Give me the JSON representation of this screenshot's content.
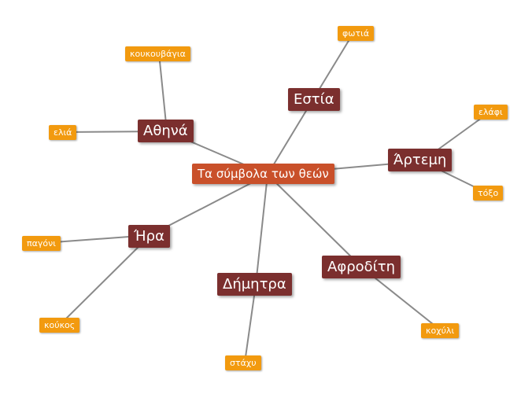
{
  "center": {
    "label": "Τα σύμβολα των θεών"
  },
  "gods": {
    "athena": "Αθηνά",
    "hestia": "Εστία",
    "artemis": "Άρτεμη",
    "hera": "Ήρα",
    "demeter": "Δήμητρα",
    "aphrodite": "Αφροδίτη"
  },
  "symbols": {
    "owl": "κουκουβάγια",
    "olive": "ελιά",
    "fire": "φωτιά",
    "deer": "ελάφι",
    "bow": "τόξο",
    "peacock": "παγόνι",
    "cuckoo": "κούκος",
    "wheat": "στάχυ",
    "shell": "κοχύλι"
  },
  "colors": {
    "center": "#c9502a",
    "god": "#7b2f2e",
    "symbol": "#f29a0f",
    "line": "#8a8a8a"
  }
}
